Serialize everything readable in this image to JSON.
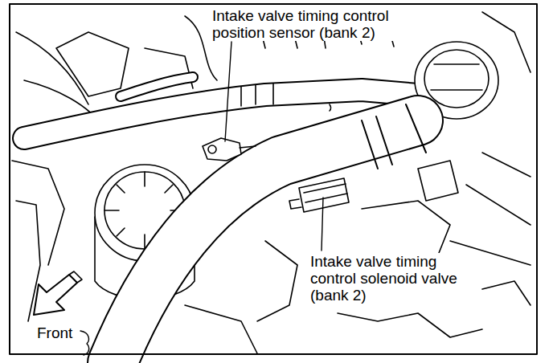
{
  "diagram": {
    "labels": [
      "Intake valve timing control position sensor (bank 2)",
      "Intake valve timing control solenoid valve (bank 2)",
      "Front"
    ]
  }
}
